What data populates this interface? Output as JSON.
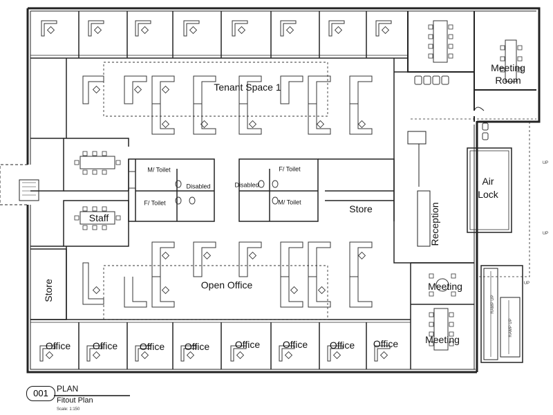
{
  "rooms": {
    "tenant_space": "Tenant Space 1",
    "open_office": "Open Office",
    "meeting_room_line1": "Meeting",
    "meeting_room_line2": "Room",
    "air_lock_line1": "Air",
    "air_lock_line2": "Lock",
    "reception": "Reception",
    "store_center": "Store",
    "store_left": "Store",
    "staff": "Staff",
    "meeting_upper": "Meeting",
    "meeting_lower": "Meeting",
    "office": "Office"
  },
  "toilets": {
    "m_toilet_left": "M/ Toilet",
    "f_toilet_left": "F/ Toilet",
    "disabled_left": "Disabled",
    "disabled_right": "Disabled",
    "f_toilet_right": "F/ Toilet",
    "m_toilet_right": "M/ Toilet"
  },
  "markers": {
    "up": "UP",
    "ramp_up": "RAMP UP"
  },
  "title_block": {
    "number": "001",
    "heading": "PLAN",
    "subtitle": "Fitout Plan",
    "scale": "Scale:  1:150"
  }
}
